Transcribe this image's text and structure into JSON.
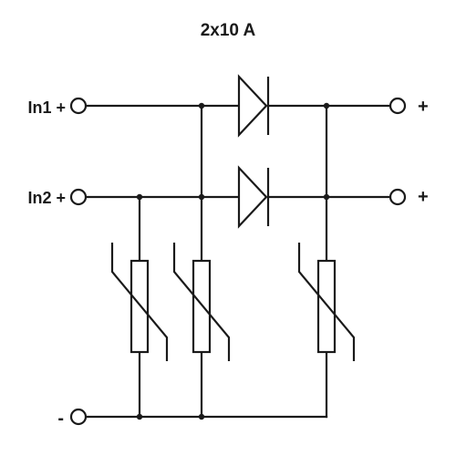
{
  "diagram": {
    "title": "2x10 A",
    "inputs": {
      "in1": "In1 +",
      "in2": "In2 +",
      "ground": "-"
    },
    "outputs": {
      "out1": "+",
      "out2": "+"
    },
    "components": {
      "diodes": [
        "diode",
        "diode"
      ],
      "varistors": [
        "varistor",
        "varistor",
        "varistor"
      ]
    }
  }
}
